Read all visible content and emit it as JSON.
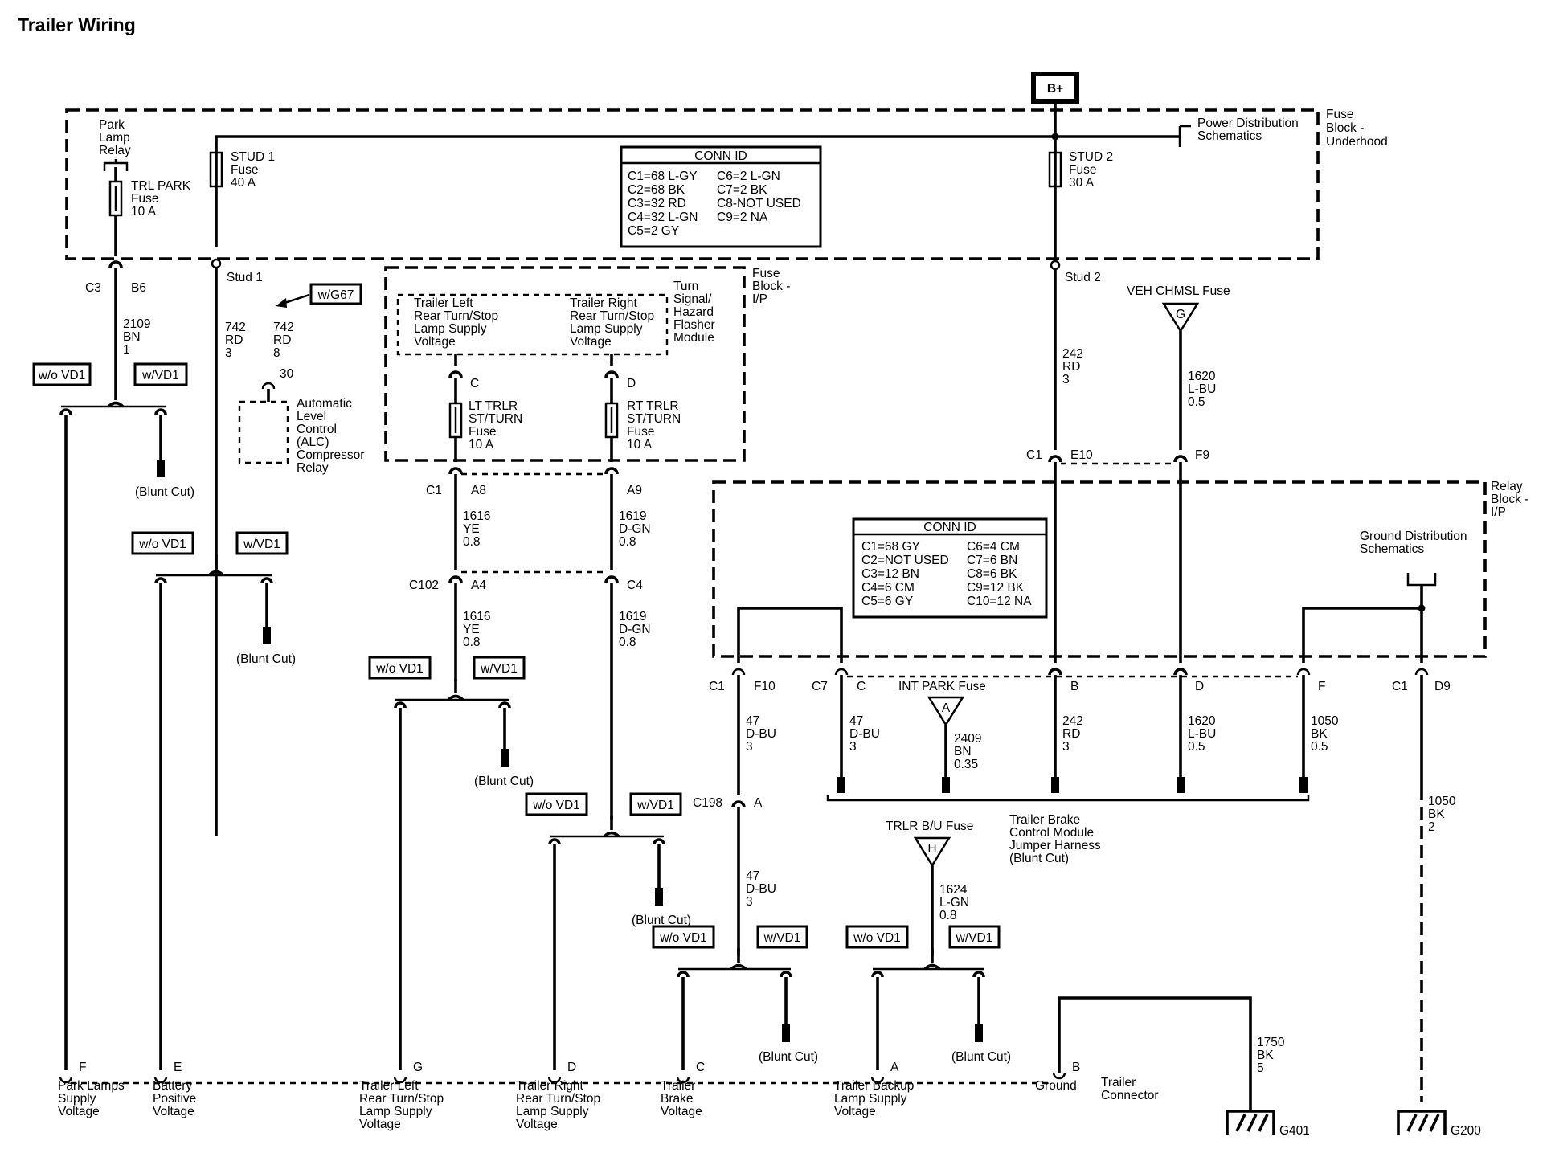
{
  "title": "Trailer Wiring",
  "power": {
    "b_plus": "B+",
    "power_distribution": [
      "Power Distribution",
      "Schematics"
    ],
    "fuse_block_underhood": [
      "Fuse",
      "Block -",
      "Underhood"
    ],
    "stud1": [
      "STUD 1",
      "Fuse",
      "40 A"
    ],
    "stud2": [
      "STUD 2",
      "Fuse",
      "30 A"
    ],
    "stud1_label": "Stud 1",
    "stud2_label": "Stud 2",
    "park_lamp_relay": [
      "Park",
      "Lamp",
      "Relay"
    ],
    "trl_park": [
      "TRL PARK",
      "Fuse",
      "10 A"
    ]
  },
  "conn_id_1": {
    "header": "CONN ID",
    "left": [
      "C1=68 L-GY",
      "C2=68 BK",
      "C3=32 RD",
      "C4=32 L-GN",
      "C5=2 GY"
    ],
    "right": [
      "C6=2 L-GN",
      "C7=2 BK",
      "C8-NOT USED",
      "C9=2 NA"
    ]
  },
  "conn_id_2": {
    "header": "CONN ID",
    "left": [
      "C1=68 GY",
      "C2=NOT USED",
      "C3=12 BN",
      "C4=6 CM",
      "C5=6 GY"
    ],
    "right": [
      "C6=4 CM",
      "C7=6 BN",
      "C8=6 BK",
      "C9=12 BK",
      "C10=12 NA"
    ]
  },
  "fuse_block_ip": {
    "label": [
      "Fuse",
      "Block -",
      "I/P"
    ],
    "flasher": [
      "Turn",
      "Signal/",
      "Hazard",
      "Flasher",
      "Module"
    ],
    "left_supply": [
      "Trailer Left",
      "Rear Turn/Stop",
      "Lamp Supply",
      "Voltage"
    ],
    "right_supply": [
      "Trailer Right",
      "Rear Turn/Stop",
      "Lamp Supply",
      "Voltage"
    ],
    "lt_fuse": [
      "LT TRLR",
      "ST/TURN",
      "Fuse",
      "10 A"
    ],
    "rt_fuse": [
      "RT TRLR",
      "ST/TURN",
      "Fuse",
      "10 A"
    ]
  },
  "relay_block": {
    "label": [
      "Relay",
      "Block -",
      "I/P"
    ],
    "ground_dist": [
      "Ground Distribution",
      "Schematics"
    ]
  },
  "alc": {
    "option": "w/G67",
    "relay": [
      "Automatic",
      "Level",
      "Control",
      "(ALC)",
      "Compressor",
      "Relay"
    ]
  },
  "fuses": {
    "veh_chmsl": "VEH CHMSL Fuse",
    "veh_chmsl_letter": "G",
    "int_park": "INT PARK Fuse",
    "int_park_letter": "A",
    "trlr_bu": "TRLR B/U Fuse",
    "trlr_bu_letter": "H"
  },
  "wires": {
    "w2109": [
      "2109",
      "BN",
      "1"
    ],
    "w742a": [
      "742",
      "RD",
      "3"
    ],
    "w742b": [
      "742",
      "RD",
      "8"
    ],
    "w1616a": [
      "1616",
      "YE",
      "0.8"
    ],
    "w1616b": [
      "1616",
      "YE",
      "0.8"
    ],
    "w1619a": [
      "1619",
      "D-GN",
      "0.8"
    ],
    "w1619b": [
      "1619",
      "D-GN",
      "0.8"
    ],
    "w242a": [
      "242",
      "RD",
      "3"
    ],
    "w242b": [
      "242",
      "RD",
      "3"
    ],
    "w1620a": [
      "1620",
      "L-BU",
      "0.5"
    ],
    "w1620b": [
      "1620",
      "L-BU",
      "0.5"
    ],
    "w47a": [
      "47",
      "D-BU",
      "3"
    ],
    "w47b": [
      "47",
      "D-BU",
      "3"
    ],
    "w47c": [
      "47",
      "D-BU",
      "3"
    ],
    "w2409": [
      "2409",
      "BN",
      "0.35"
    ],
    "w1050a": [
      "1050",
      "BK",
      "0.5"
    ],
    "w1050b": [
      "1050",
      "BK",
      "2"
    ],
    "w1624": [
      "1624",
      "L-GN",
      "0.8"
    ],
    "w1750": [
      "1750",
      "BK",
      "5"
    ]
  },
  "connectors": {
    "c3": "C3",
    "b6": "B6",
    "p30": "30",
    "c_lt": "C",
    "d_rt": "D",
    "c1a": "C1",
    "a8": "A8",
    "a9": "A9",
    "c102": "C102",
    "a4": "A4",
    "c4": "C4",
    "c1b": "C1",
    "e10": "E10",
    "f9": "F9",
    "c1c": "C1",
    "f10": "F10",
    "c7": "C7",
    "c": "C",
    "b": "B",
    "d": "D",
    "f": "F",
    "c1d": "C1",
    "d9": "D9",
    "c198": "C198",
    "a": "A"
  },
  "options": {
    "without": "w/o VD1",
    "with": "w/VD1",
    "blunt_cut": "(Blunt Cut)"
  },
  "harness": [
    "Trailer Brake",
    "Control Module",
    "Jumper Harness",
    "(Blunt Cut)"
  ],
  "trailer_connector": {
    "label": [
      "Trailer",
      "Connector"
    ],
    "pins": [
      {
        "pin": "F",
        "desc": [
          "Park Lamps",
          "Supply",
          "Voltage"
        ]
      },
      {
        "pin": "E",
        "desc": [
          "Battery",
          "Positive",
          "Voltage"
        ]
      },
      {
        "pin": "G",
        "desc": [
          "Trailer Left",
          "Rear Turn/Stop",
          "Lamp Supply",
          "Voltage"
        ]
      },
      {
        "pin": "D",
        "desc": [
          "Trailer Right",
          "Rear Turn/Stop",
          "Lamp Supply",
          "Voltage"
        ]
      },
      {
        "pin": "C",
        "desc": [
          "Trailer",
          "Brake",
          "Voltage"
        ]
      },
      {
        "pin": "A",
        "desc": [
          "Trailer Backup",
          "Lamp Supply",
          "Voltage"
        ]
      },
      {
        "pin": "B",
        "desc": [
          "Ground"
        ]
      }
    ]
  },
  "grounds": {
    "g401": "G401",
    "g200": "G200"
  }
}
